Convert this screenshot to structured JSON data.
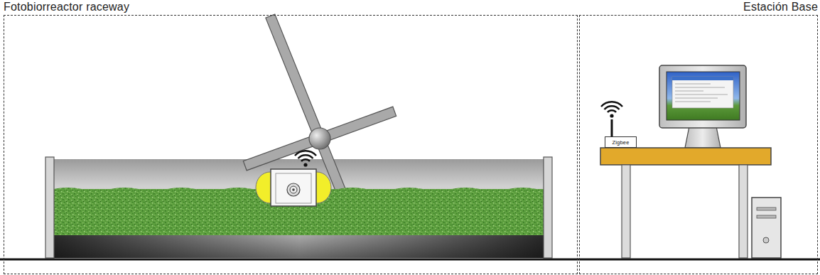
{
  "diagram": {
    "nodes": [
      {
        "text": [
          "Fotobiorreactor raceway"
        ]
      },
      {
        "text": [
          "Estación Base"
        ]
      },
      {
        "text": [
          "Zigbee"
        ],
        "in": 1
      }
    ]
  }
}
